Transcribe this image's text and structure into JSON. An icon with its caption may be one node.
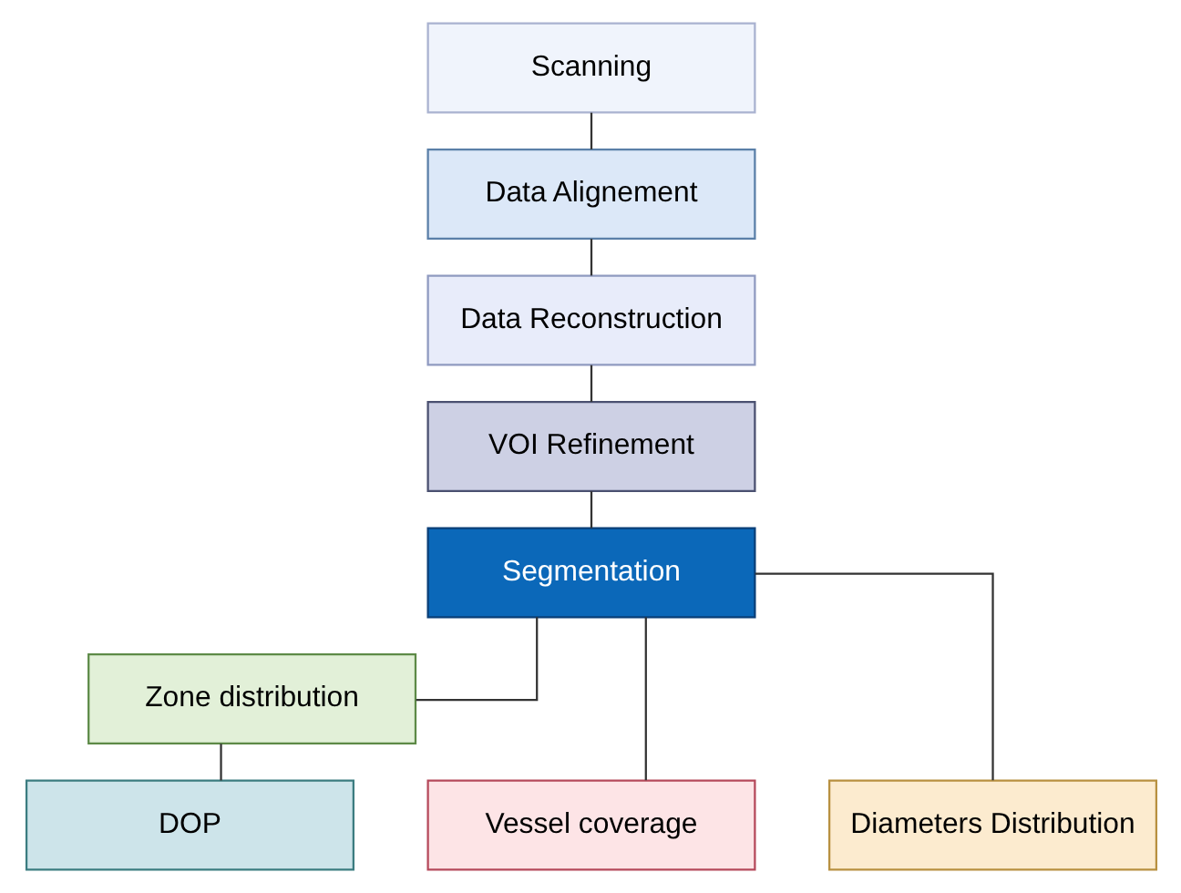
{
  "diagram": {
    "nodes": [
      {
        "text": [
          "Scanning"
        ]
      },
      {
        "text": [
          "Data Alignement"
        ]
      },
      {
        "text": [
          "Data Reconstruction"
        ]
      },
      {
        "text": [
          "VOI Refinement"
        ]
      },
      {
        "text": [
          "Segmentation"
        ]
      },
      {
        "text": [
          "Zone distribution"
        ]
      },
      {
        "text": [
          "DOP"
        ]
      },
      {
        "text": [
          "Vessel coverage"
        ]
      },
      {
        "text": [
          "Diameters Distribution"
        ]
      }
    ],
    "edges": [
      {
        "from": 0,
        "to": 1,
        "arrow": "none"
      },
      {
        "from": 1,
        "to": 2,
        "arrow": "none"
      },
      {
        "from": 2,
        "to": 3,
        "arrow": "none"
      },
      {
        "from": 3,
        "to": 4,
        "arrow": "none"
      },
      {
        "from": 4,
        "to": 5,
        "arrow": "none"
      },
      {
        "from": 4,
        "to": 7,
        "arrow": "none"
      },
      {
        "from": 4,
        "to": 8,
        "arrow": "none"
      },
      {
        "from": 5,
        "to": 6,
        "arrow": "none"
      }
    ]
  }
}
